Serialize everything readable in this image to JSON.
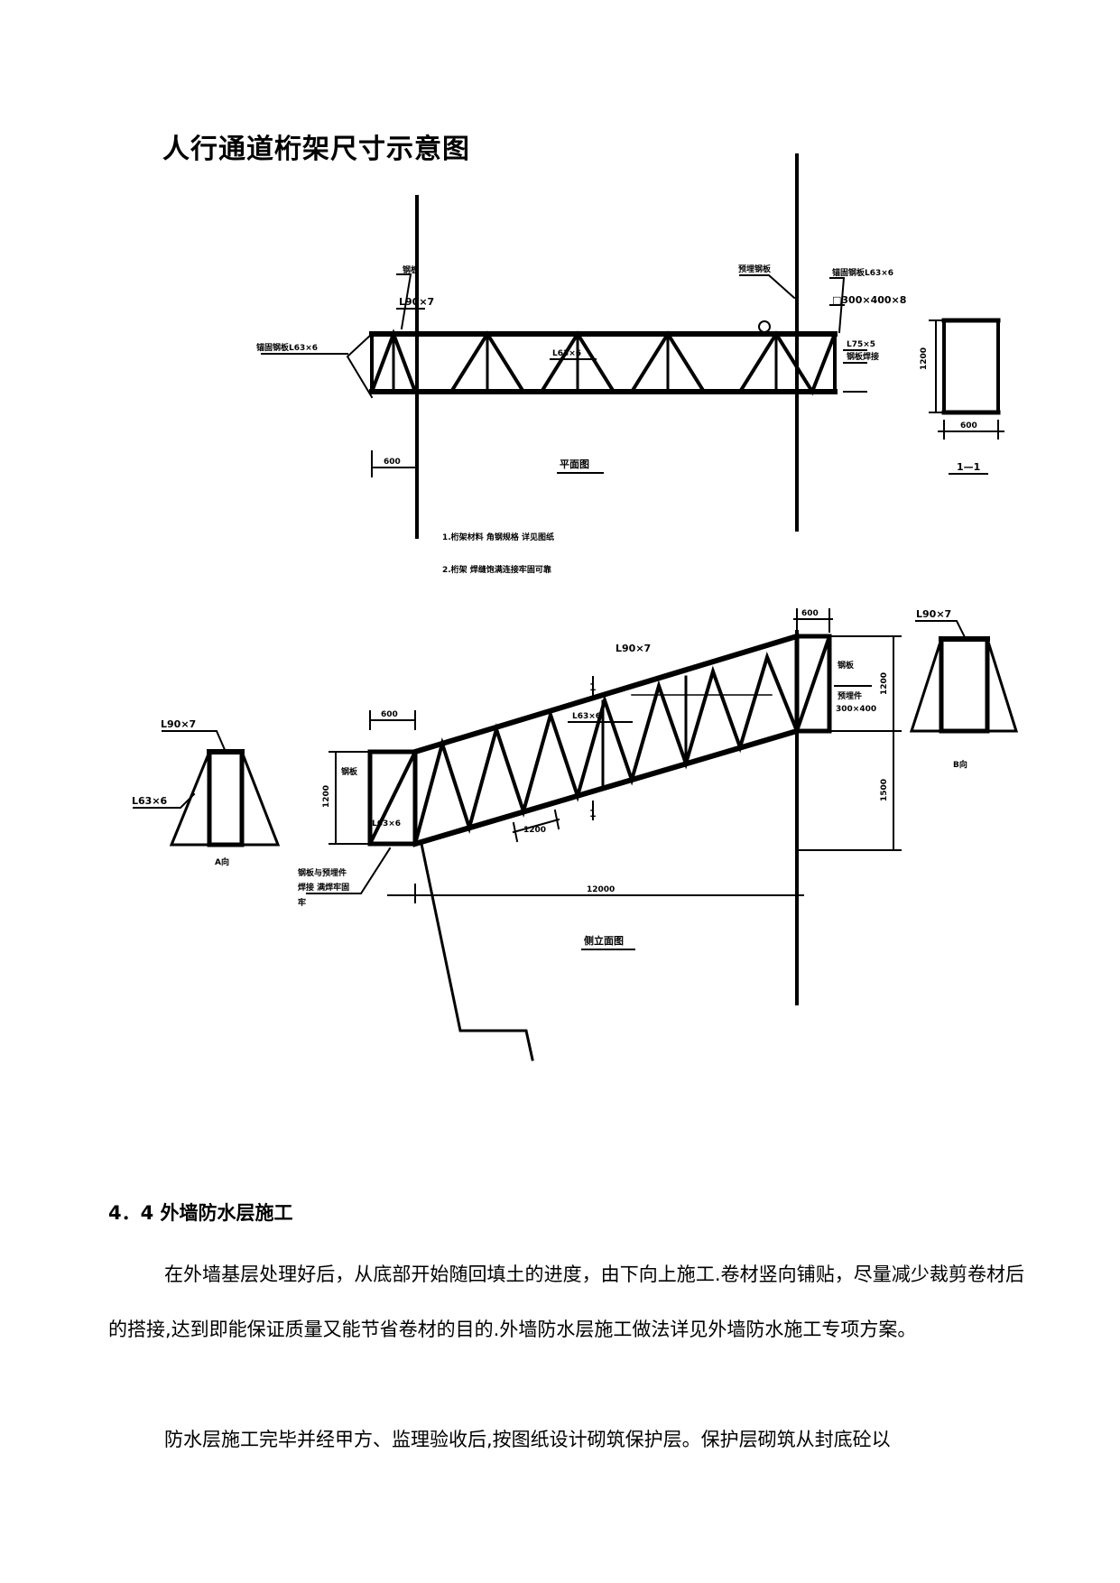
{
  "figure": {
    "title": "人行通道桁架尺寸示意图",
    "top_view": {
      "caption": "平面图",
      "note_lines": [
        "1.桁架材料 角钢规格 详见图纸",
        "2.桁架 焊缝饱满连接牢固可靠"
      ],
      "labels": {
        "angle_top_left": "L90×7",
        "mark_top_left": "钢板",
        "anchor_left": "锚固钢板L63×6",
        "mark_top_right": "预埋钢板",
        "angle_top_right": "锚固钢板L63×6",
        "plate_size": "□300×400×8",
        "center_mark": "L63×6",
        "right_note_1": "L75×5",
        "right_note_2": "钢板焊接",
        "dim_bottom_left": "600"
      }
    },
    "section_11": {
      "caption": "1—1",
      "dim_width": "600",
      "dim_height": "1200"
    },
    "elevation": {
      "caption": "侧立面图",
      "labels": {
        "angle_top": "L90×7",
        "left_box_label": "钢板",
        "left_box_dim_h": "1200",
        "left_box_dim_w": "600",
        "left_box_inner": "L63×6",
        "anchor_note_1": "钢板与预埋件",
        "anchor_note_2": "焊接 满焊牢固",
        "anchor_note_3": "牢",
        "center_mark": "L63×6",
        "panel_dim": "1200",
        "section_mark_top": "1",
        "section_mark_bottom": "1",
        "right_box_label": "钢板",
        "right_box_note": "预埋件",
        "right_box_dim": "300×400",
        "dim_top_right": "600",
        "dim_right_upper": "1200",
        "dim_right_lower": "1500",
        "dim_span": "12000"
      }
    },
    "detail_a": {
      "caption": "A向",
      "angle_top": "L90×7",
      "angle_left": "L63×6"
    },
    "detail_b": {
      "caption": "B向",
      "angle_top": "L90×7"
    }
  },
  "section": {
    "heading": "4．4 外墙防水层施工",
    "paragraph_1": "在外墙基层处理好后，从底部开始随回填土的进度，由下向上施工.卷材竖向铺贴，尽量减少裁剪卷材后的搭接,达到即能保证质量又能节省卷材的目的.外墙防水层施工做法详见外墙防水施工专项方案。",
    "paragraph_2": "防水层施工完毕并经甲方、监理验收后,按图纸设计砌筑保护层。保护层砌筑从封底砼以"
  }
}
